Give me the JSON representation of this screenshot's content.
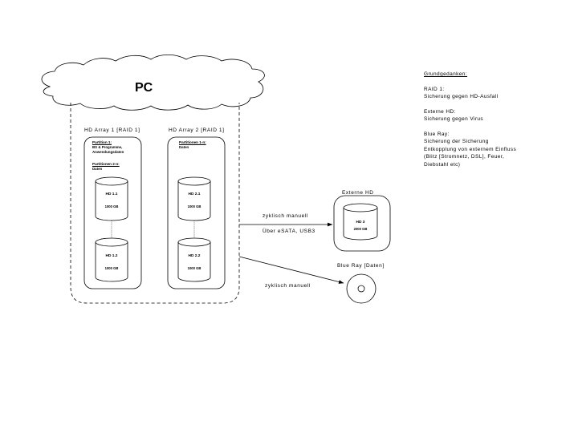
{
  "pc": {
    "label": "PC"
  },
  "arrays": [
    {
      "title": "HD Array 1 [RAID 1]",
      "partitions": [
        {
          "title": "Partition 1:",
          "sub": [
            "BS & Programme,",
            "Anwendungsdaten"
          ]
        },
        {
          "title": "Partitionen 2-n:",
          "sub": [
            "Daten"
          ]
        }
      ],
      "disks": [
        {
          "name": "HD 1.1",
          "cap": "1000 GB"
        },
        {
          "name": "HD 1.2",
          "cap": "1000 GB"
        }
      ]
    },
    {
      "title": "HD Array 2 [RAID 1]",
      "partitions": [
        {
          "title": "Partitionen 1-n:",
          "sub": [
            "Daten"
          ]
        }
      ],
      "disks": [
        {
          "name": "HD 2.1",
          "cap": "1000 GB"
        },
        {
          "name": "HD 2.2",
          "cap": "1000 GB"
        }
      ]
    }
  ],
  "external": {
    "title": "Externe HD",
    "disk": {
      "name": "HD 3",
      "cap": "2000 GB"
    }
  },
  "bluray": {
    "title": "Blue Ray [Daten]"
  },
  "connections": {
    "ext_top": "zyklisch manuell",
    "ext_bottom": "Über eSATA, USB3",
    "bluray": "zyklisch manuell"
  },
  "notes": {
    "heading": "Grundgedanken:",
    "blocks": [
      [
        "RAID 1:",
        "Sicherung gegen HD-Ausfall"
      ],
      [
        "Externe HD:",
        "Sicherung gegen Virus"
      ],
      [
        "Blue Ray:",
        "Sicherung der Sicherung",
        "Entkopplung von externem Einfluss",
        "(Blitz [Stromnetz, DSL], Feuer,",
        "Diebstahl etc)"
      ]
    ]
  }
}
